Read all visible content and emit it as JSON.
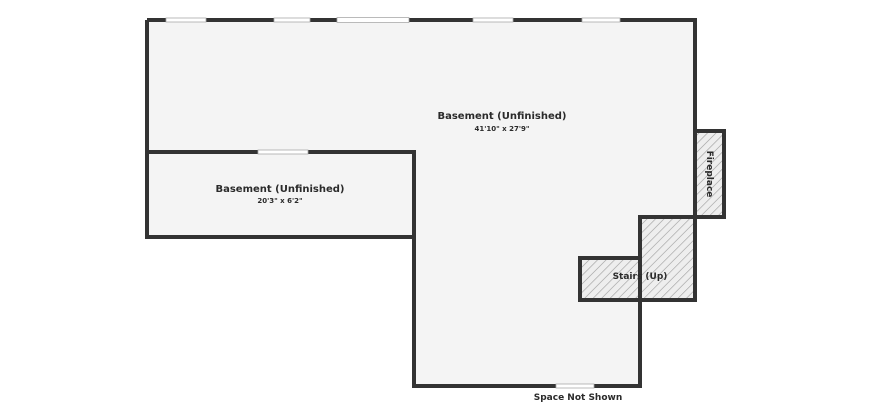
{
  "floorplan": {
    "rooms": [
      {
        "name": "Basement (Unfinished)",
        "dimensions": "41'10\" x 27'9\""
      },
      {
        "name": "Basement (Unfinished)",
        "dimensions": "20'3\" x 6'2\""
      }
    ],
    "features": {
      "fireplace": "Fireplace",
      "stairs": "Stairs (Up)"
    },
    "note": "Space Not Shown"
  },
  "colors": {
    "floor": "#f4f4f4",
    "wall": "#333333",
    "hatch": "#9a9a9a",
    "window": "#ffffff"
  }
}
